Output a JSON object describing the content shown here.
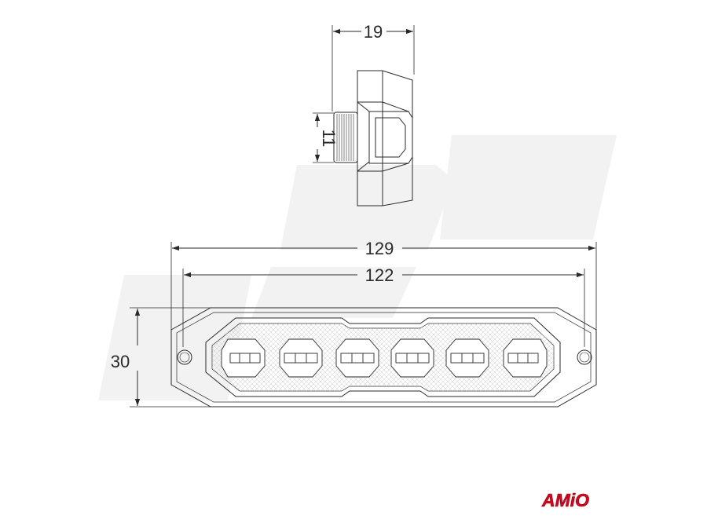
{
  "dimensions": {
    "depth": "19",
    "mount_diameter": "11",
    "overall_length": "129",
    "hole_spacing": "122",
    "height": "30"
  },
  "logo": {
    "text": "AMiO",
    "icon": "amio-logo-icon"
  },
  "colors": {
    "line": "#2a2a2a",
    "watermark": "#f1f1f1",
    "brand_red": "#e1001a"
  }
}
